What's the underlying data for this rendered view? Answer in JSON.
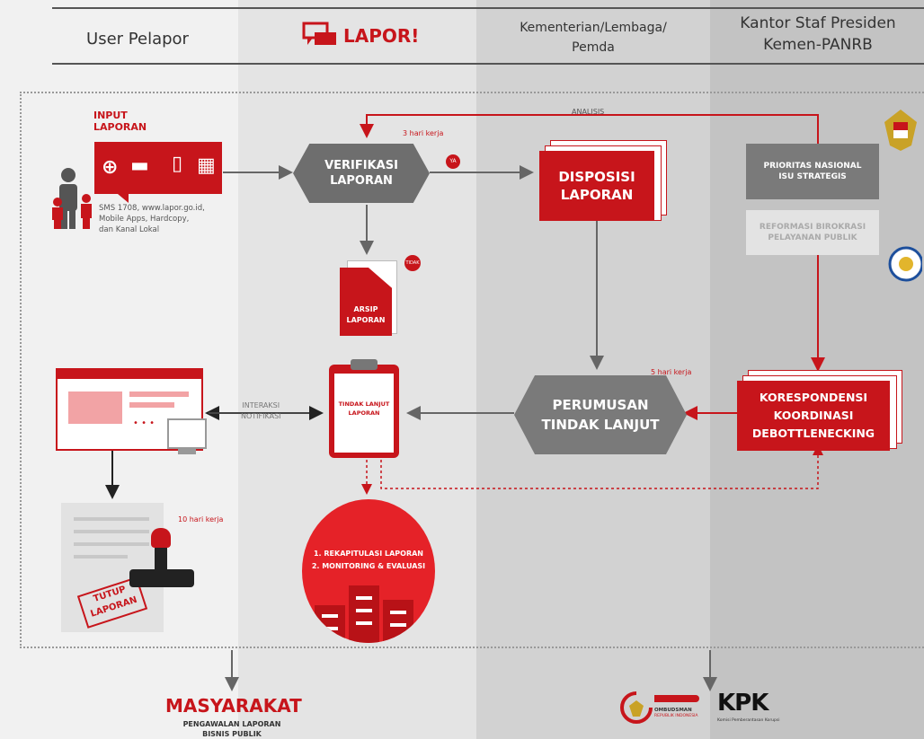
{
  "header": {
    "col1": "User Pelapor",
    "col2_logo": "LAPOR!",
    "col3_line1": "Kementerian/Lembaga/",
    "col3_line2": "Pemda",
    "col4_line1": "Kantor Staf Presiden",
    "col4_line2": "Kemen-PANRB"
  },
  "input": {
    "title_line1": "INPUT",
    "title_line2": "LAPORAN",
    "desc_line1": "SMS 1708, www.lapor.go.id,",
    "desc_line2": "Mobile Apps, Hardcopy,",
    "desc_line3": "dan Kanal Lokal"
  },
  "verifikasi": {
    "line1": "VERIFIKASI",
    "line2": "LAPORAN",
    "days": "3 hari kerja",
    "ya": "YA",
    "tidak": "TIDAK"
  },
  "analisis": "ANALISIS",
  "disposisi": {
    "line1": "DISPOSISI",
    "line2": "LAPORAN"
  },
  "prioritas": {
    "line1": "PRIORITAS NASIONAL",
    "line2": "ISU STRATEGIS"
  },
  "reformasi": {
    "line1": "REFORMASI BIROKRASI",
    "line2": "PELAYANAN PUBLIK"
  },
  "arsip": {
    "line1": "ARSIP",
    "line2": "LAPORAN"
  },
  "interaksi": {
    "line1": "INTERAKSI",
    "line2": "NOTIFIKASI"
  },
  "tindak_lanjut": {
    "line1": "TINDAK LANJUT",
    "line2": "LAPORAN"
  },
  "perumusan": {
    "line1": "PERUMUSAN",
    "line2": "TINDAK LANJUT",
    "days": "5 hari kerja"
  },
  "koresponden": {
    "line1": "KORESPONDENSI",
    "line2": "KOORDINASI",
    "line3": "DEBOTTLENECKING"
  },
  "tutup": {
    "days": "10 hari kerja",
    "stamp_line1": "TUTUP",
    "stamp_line2": "LAPORAN"
  },
  "rekap": {
    "line1": "1. REKAPITULASI LAPORAN",
    "line2": "2. MONITORING & EVALUASI"
  },
  "masyarakat": {
    "title": "MASYARAKAT",
    "line1": "PENGAWALAN LAPORAN",
    "line2": "BISNIS PUBLIK"
  },
  "ombudsman": {
    "name": "OMBUDSMAN",
    "sub": "REPUBLIK INDONESIA"
  },
  "kpk": {
    "name": "KPK",
    "sub": "Komisi Pemberantasan Korupsi"
  },
  "colors": {
    "red": "#c7151b",
    "dark_gray": "#6e6e6e",
    "light_gray": "#bcbcbc"
  }
}
